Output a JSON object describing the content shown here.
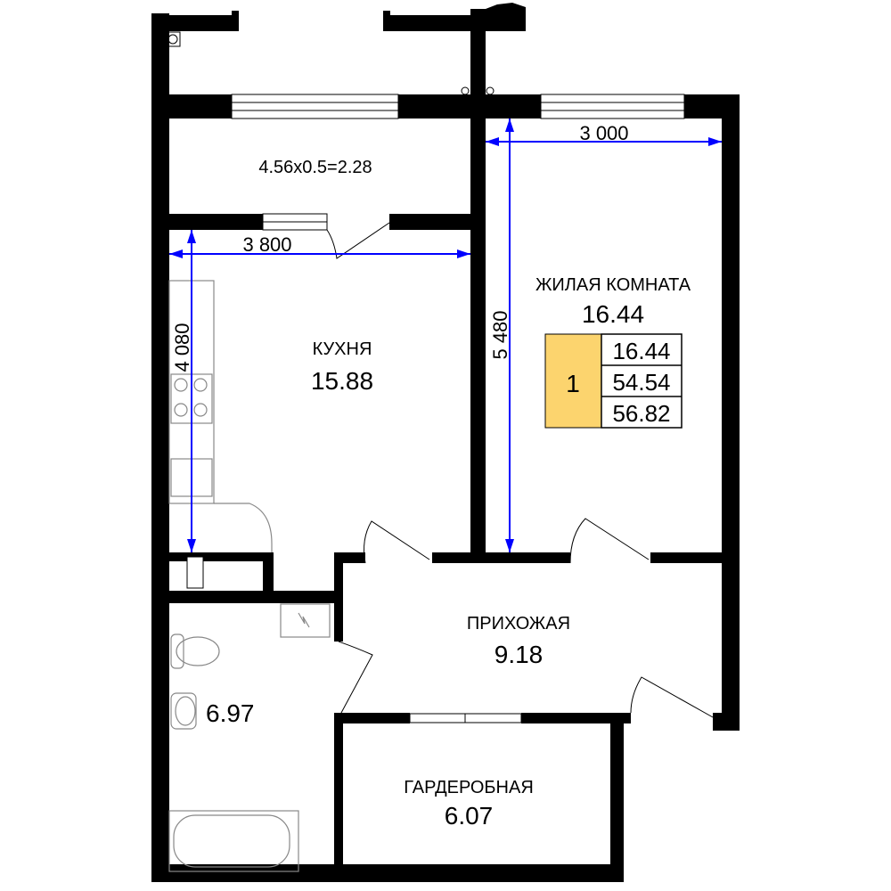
{
  "rooms": {
    "balcony": {
      "area_formula": "4.56x0.5=2.28"
    },
    "kitchen": {
      "label": "КУХНЯ",
      "area": "15.88"
    },
    "living": {
      "label": "ЖИЛАЯ КОМНАТА",
      "area": "16.44"
    },
    "hallway": {
      "label": "ПРИХОЖАЯ",
      "area": "9.18"
    },
    "bathroom": {
      "area": "6.97"
    },
    "wardrobe": {
      "label": "ГАРДЕРОБНАЯ",
      "area": "6.07"
    }
  },
  "dimensions": {
    "living_width": "3 000",
    "living_length": "5 480",
    "kitchen_width": "3 800",
    "kitchen_length": "4 080"
  },
  "summary": {
    "rooms_count": "1",
    "living_area": "16.44",
    "total_area": "54.54",
    "total_area_with_balcony": "56.82",
    "accent_color": "#fcd46e"
  }
}
